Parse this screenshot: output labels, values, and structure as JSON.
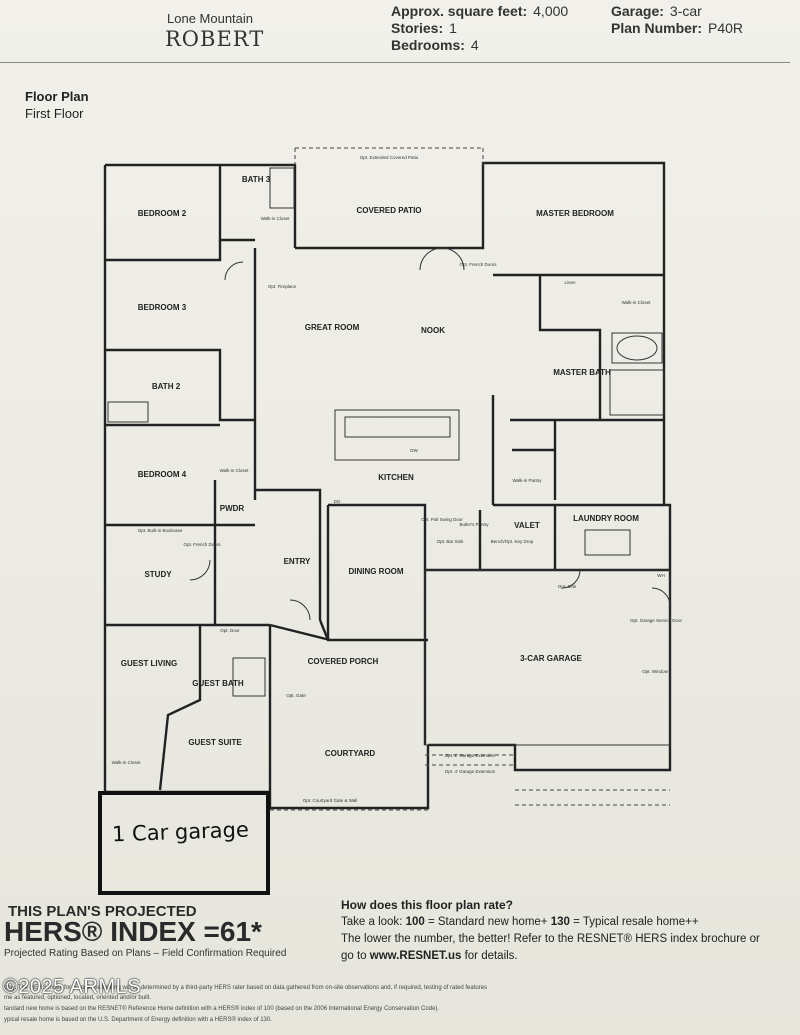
{
  "header": {
    "community": "Lone Mountain",
    "plan_name": "ROBERT",
    "sqft_label": "Approx. square feet:",
    "sqft_value": "4,000",
    "stories_label": "Stories:",
    "stories_value": "1",
    "bedrooms_label": "Bedrooms:",
    "bedrooms_value": "4",
    "garage_label": "Garage:",
    "garage_value": "3-car",
    "plan_number_label": "Plan Number:",
    "plan_number_value": "P40R"
  },
  "floor_plan": {
    "title": "Floor Plan",
    "subtitle": "First Floor",
    "rooms": [
      "BEDROOM 2",
      "BATH 3",
      "COVERED PATIO",
      "MASTER BEDROOM",
      "BEDROOM 3",
      "GREAT ROOM",
      "NOOK",
      "BATH 2",
      "MASTER BATH",
      "BEDROOM 4",
      "KITCHEN",
      "PWDR",
      "VALET",
      "LAUNDRY ROOM",
      "STUDY",
      "ENTRY",
      "DINING ROOM",
      "GUEST LIVING",
      "COVERED PORCH",
      "3-CAR GARAGE",
      "GUEST BATH",
      "GUEST SUITE",
      "COURTYARD"
    ],
    "notes": [
      "Opt. Extended Covered Patio",
      "Walk-in Closet",
      "Linen",
      "Opt. French Doors",
      "Opt. Fireplace",
      "Walk-in Closet",
      "Opt. Built-in Bookcase",
      "Opt. French Doors",
      "Walk-in Pantry",
      "DO",
      "DW",
      "Opt. Pull Swing Door",
      "Butler's Pantry",
      "Opt. Bar Sink",
      "Bench/Opt. Key Drop",
      "Opt. Sink",
      "WH",
      "Opt. Garage Service Door",
      "Opt. Window",
      "Opt. Gate",
      "Opt. 2' Garage Extension",
      "Opt. 4' Garage Extension",
      "Opt. Courtyard Gate & Wall",
      "Opt. Door",
      "Walk-in Closet",
      "Walk-in Closet"
    ],
    "handwritten": "1 Car garage"
  },
  "hers": {
    "line1": "THIS PLAN'S PROJECTED",
    "line2": "HERS® INDEX =61*",
    "note": "Projected Rating Based on Plans – Field Confirmation Required",
    "question": "How does this floor plan rate?",
    "take_look_prefix": "Take a look:",
    "n100": "100",
    "n100_text": "= Standard new home+",
    "n130": "130",
    "n130_text": "= Typical resale home++",
    "lower_line": "The lower the number, the better! Refer to the RESNET® HERS index brochure or",
    "go_prefix": "go to",
    "url": "www.RESNET.us",
    "go_suffix": "for details."
  },
  "fine_print": [
    "only. The HERS index for a confirmed rating will be determined by a third-party HERS rater based on data gathered from on-site observations and, if required, testing of rated features",
    "me as featured, optioned, located, oriented and/or built.",
    "tandard new home is based on the RESNET® Reference Home definition with a HERS® index of 100 (based on the 2006 International Energy Conservation Code).",
    "ypical resale home is based on the U.S. Department of Energy definition with a HERS® index of 130."
  ],
  "watermark": "©2025 ARMLS"
}
